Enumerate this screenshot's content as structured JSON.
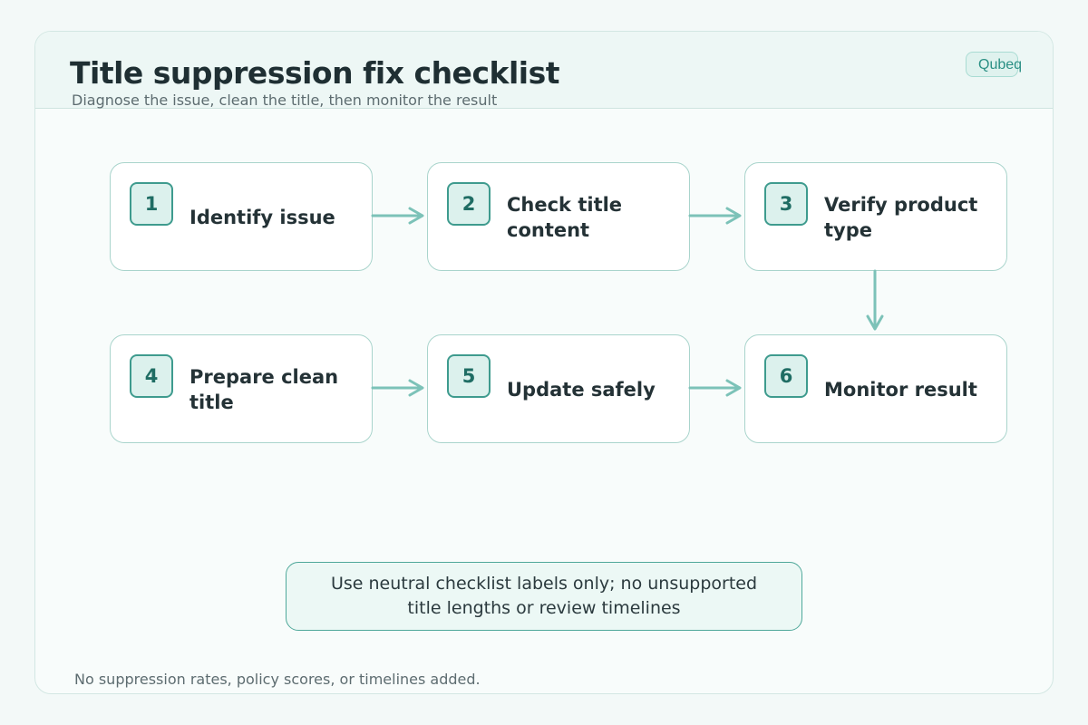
{
  "header": {
    "title": "Title suppression fix checklist",
    "subtitle": "Diagnose the issue, clean the title, then monitor the result",
    "brand": "Qubeq"
  },
  "steps": [
    {
      "number": "1",
      "label": "Identify issue"
    },
    {
      "number": "2",
      "label": "Check title content"
    },
    {
      "number": "3",
      "label": "Verify product type"
    },
    {
      "number": "4",
      "label": "Prepare clean title"
    },
    {
      "number": "5",
      "label": "Update safely"
    },
    {
      "number": "6",
      "label": "Monitor result"
    }
  ],
  "note": "Use neutral checklist labels only; no unsupported title lengths or review timelines",
  "footnote": "No suppression rates, policy scores, or timelines added.",
  "colors": {
    "accent": "#3e9b8e",
    "arrow": "#7cc2b8",
    "text": "#1f2f33"
  }
}
